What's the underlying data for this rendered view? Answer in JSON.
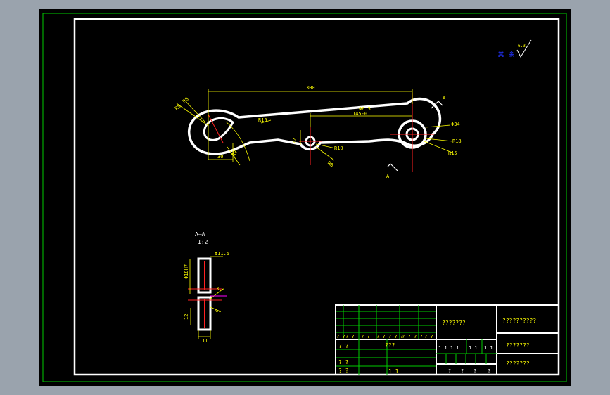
{
  "colors": {
    "background": "#000000",
    "outer_frame": "#00cc00",
    "inner_frame": "#ffffff",
    "dimension": "#ffff00",
    "center_line": "#ff2020",
    "symbol": "#2233ff"
  },
  "roughness": {
    "label_a": "其",
    "label_b": "余",
    "value": "6.3"
  },
  "dimensions": {
    "overall_length": "300",
    "hole_dia": "Φ6.5",
    "hole_spacing": "145-0",
    "dia_34": "Φ34",
    "r_outer": "R18",
    "r_inner": "R15",
    "r_slot": "R15",
    "r_left_a": "R8",
    "r_left_b": "R5",
    "r_small": "R10",
    "r_bottom": "R8",
    "r_curve": "R9",
    "height": "22",
    "width_30": "30",
    "section_a_top": "A",
    "section_a_bottom": "A"
  },
  "section_view": {
    "title": "A—A",
    "scale": "1:2",
    "dia_label": "Φ11.5",
    "height_label": "Φ18H7",
    "side_label": "12",
    "roughness": "3.2",
    "bottom_dim": "11",
    "angle_label": "C1"
  },
  "title_block": {
    "drawing_name": "???????",
    "drawing_number": "??????????",
    "material": "???????",
    "company": "???????",
    "row_labels": [
      "? ?",
      "? ?",
      "? ?"
    ],
    "sign_row_a": [
      "? ?",
      "? ?",
      "? ?",
      "? ? ? ? ?",
      "? ?",
      "? ?",
      "? ?"
    ],
    "mid_label": "???",
    "scale_row": [
      "1 1 1 1",
      "1 1",
      "1 1"
    ],
    "sheet_row": [
      "?",
      "?",
      "?",
      "?"
    ],
    "bottom_mark": "1 1"
  }
}
